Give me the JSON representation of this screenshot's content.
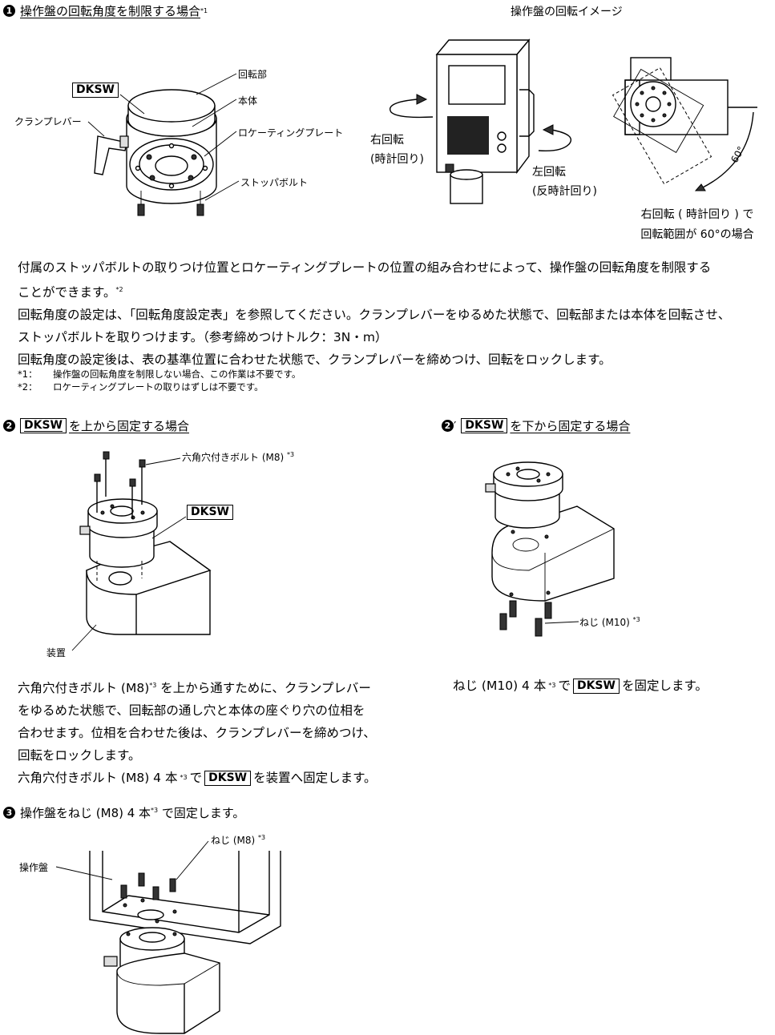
{
  "step1": {
    "number": "1",
    "title": "操作盤の回転角度を制限する場合",
    "title_note": "*1",
    "diagram_labels": {
      "dksw": "DKSW",
      "rotating_part": "回転部",
      "body": "本体",
      "clamp_lever": "クランプレバー",
      "locating_plate": "ロケーティングプレート",
      "stopper_bolt": "ストッパボルト"
    },
    "rotation_image": {
      "title": "操作盤の回転イメージ",
      "right_rotation": "右回転",
      "clockwise": "(時計回り)",
      "left_rotation": "左回転",
      "counterclockwise": "(反時計回り)",
      "angle": "60°",
      "caption_line1": "右回転 ( 時計回り ) で",
      "caption_line2": "回転範囲が 60°の場合"
    },
    "paragraph": [
      "付属のストッパボルトの取りつけ位置とロケーティングプレートの位置の組み合わせによって、操作盤の回転角度を制限する",
      "ことができます。",
      "回転角度の設定は、「回転角度設定表」を参照してください。クランプレバーをゆるめた状態で、回転部または本体を回転させ、",
      "ストッパボルトを取りつけます。（参考締めつけトルク：3N・m）",
      "回転角度の設定後は、表の基準位置に合わせた状態で、クランプレバーを締めつけ、回転をロックします。"
    ],
    "paragraph_note2": "*2",
    "notes": [
      {
        "mark": "*1：",
        "text": "操作盤の回転角度を制限しない場合、この作業は不要です。"
      },
      {
        "mark": "*2：",
        "text": "ロケーティングプレートの取りはずしは不要です。"
      }
    ]
  },
  "step2": {
    "number": "2",
    "title_dksw": "DKSW",
    "title": "を上から固定する場合",
    "labels": {
      "bolt": "六角穴付きボルト (M8)",
      "bolt_note": "*3",
      "dksw": "DKSW",
      "device": "装置"
    },
    "paragraph": [
      "六角穴付きボルト (M8)",
      "を上から通すために、クランプレバー",
      "をゆるめた状態で、回転部の通し穴と本体の座ぐり穴の位相を",
      "合わせます。位相を合わせた後は、クランプレバーを締めつけ、",
      "回転をロックします。"
    ],
    "last_line_pre": "六角穴付きボルト (M8) 4 本",
    "last_line_mid": "で",
    "last_line_dksw": "DKSW",
    "last_line_post": "を装置へ固定します。",
    "note3": "*3"
  },
  "step2b": {
    "number": "2",
    "prime": "′",
    "title_dksw": "DKSW",
    "title": "を下から固定する場合",
    "labels": {
      "screw": "ねじ (M10)",
      "screw_note": "*3"
    },
    "text_pre": "ねじ (M10) 4 本",
    "text_mid": "で",
    "text_dksw": "DKSW",
    "text_post": "を固定します。",
    "note3": "*3"
  },
  "step3": {
    "number": "3",
    "title": "操作盤をねじ (M8) 4 本",
    "title_note": "*3",
    "title_post": "で固定します。",
    "labels": {
      "screw": "ねじ (M8)",
      "screw_note": "*3",
      "panel": "操作盤"
    }
  }
}
